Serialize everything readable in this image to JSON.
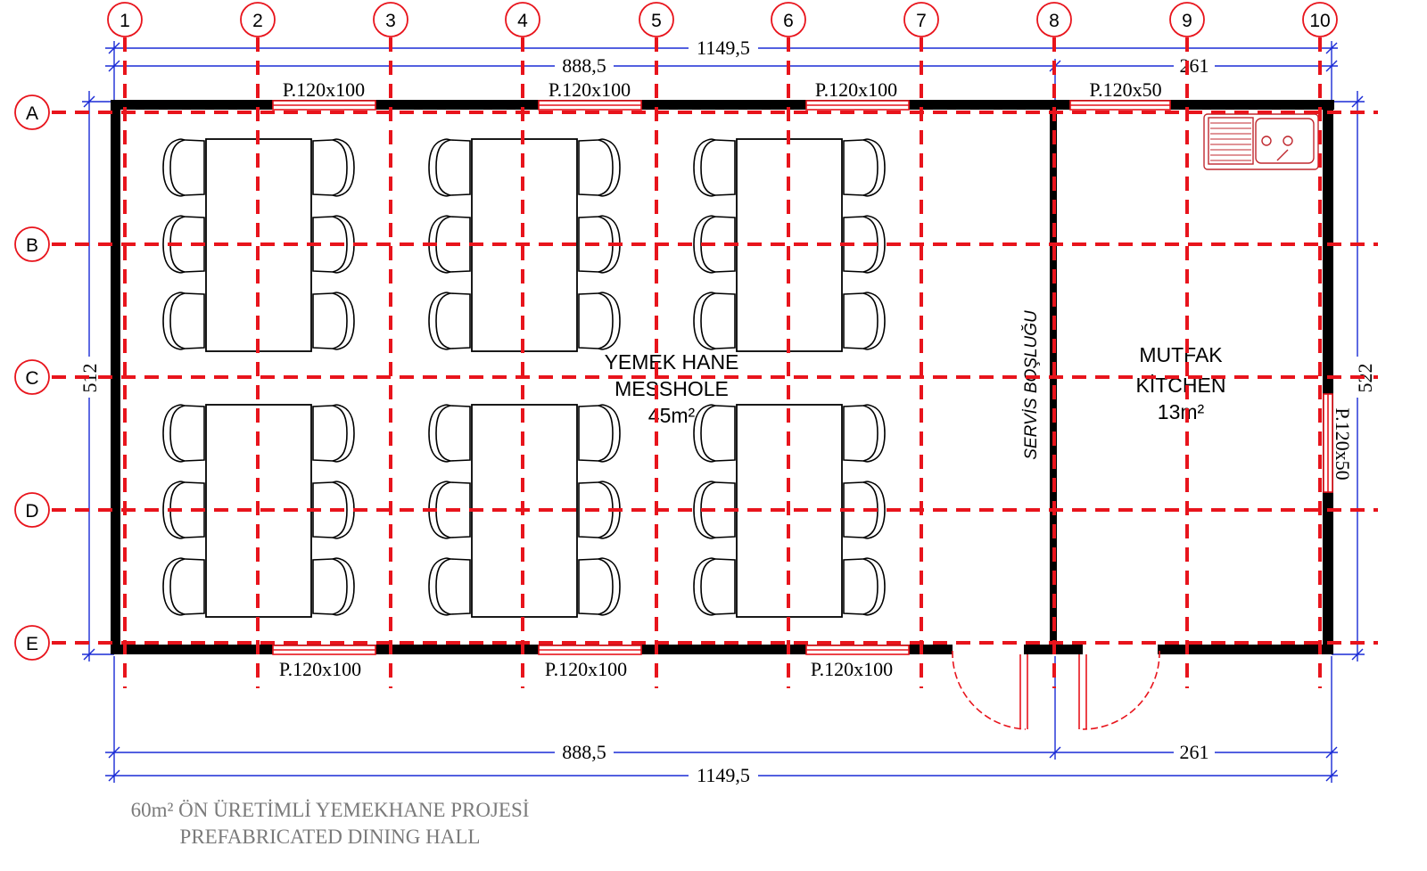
{
  "grid": {
    "columns": [
      "1",
      "2",
      "3",
      "4",
      "5",
      "6",
      "7",
      "8",
      "9",
      "10"
    ],
    "rows": [
      "A",
      "B",
      "C",
      "D",
      "E"
    ]
  },
  "dimensions": {
    "top_total": "1149,5",
    "top_left": "888,5",
    "top_right": "261",
    "bottom_left": "888,5",
    "bottom_right": "261",
    "bottom_total": "1149,5",
    "left_height": "512",
    "right_height": "522"
  },
  "windows": {
    "top": [
      "P.120x100",
      "P.120x100",
      "P.120x100",
      "P.120x50"
    ],
    "bottom": [
      "P.120x100",
      "P.120x100",
      "P.120x100"
    ],
    "right": "P.120x50"
  },
  "rooms": {
    "dining": {
      "name_tr": "YEMEK HANE",
      "name_en": "MESSHOLE",
      "area": "45m²"
    },
    "kitchen": {
      "name_tr": "MUTFAK",
      "name_en": "KİTCHEN",
      "area": "13m²"
    },
    "service": "SERVİS BOŞLUĞU"
  },
  "title": {
    "line1": "60m² ÖN ÜRETİMLİ YEMEKHANE PROJESİ",
    "line2": "PREFABRICATED DINING HALL"
  },
  "colors": {
    "grid": "#e8141c",
    "wall": "#000000",
    "dimension": "#1a2bd6",
    "title": "#7a7a7a"
  }
}
